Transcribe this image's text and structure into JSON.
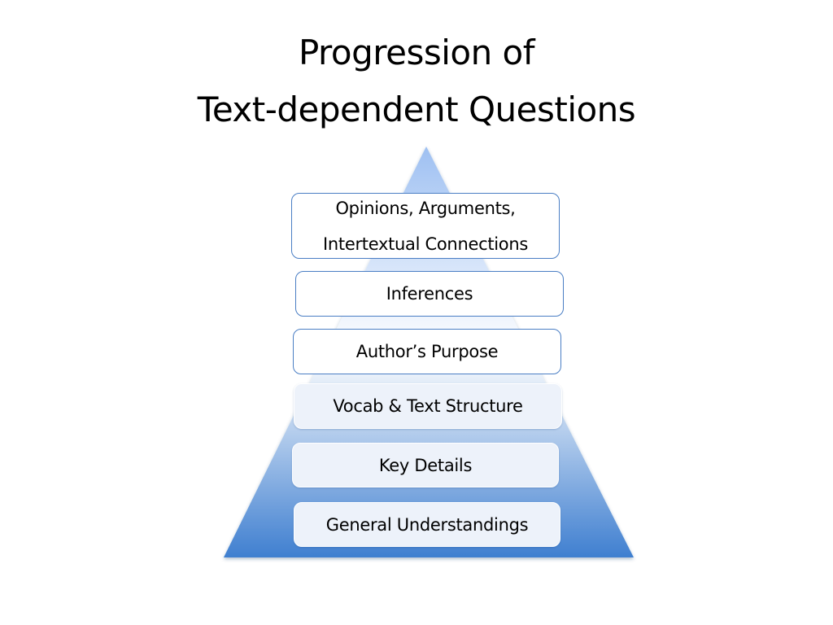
{
  "title": {
    "line1": "Progression of",
    "line2": "Text-dependent Questions"
  },
  "colors": {
    "pyramid_top": "#9ec0f2",
    "pyramid_mid": "#ffffff",
    "pyramid_bottom": "#3f7fd0",
    "box_border": "#4a7ec4",
    "box_fill_light": "#edf2fa"
  },
  "levels": [
    {
      "line1": "Opinions, Arguments,",
      "line2": "Intertextual Connections"
    },
    {
      "line1": "Inferences"
    },
    {
      "line1": "Author’s Purpose"
    },
    {
      "line1": "Vocab & Text Structure"
    },
    {
      "line1": "Key Details"
    },
    {
      "line1": "General Understandings"
    }
  ]
}
